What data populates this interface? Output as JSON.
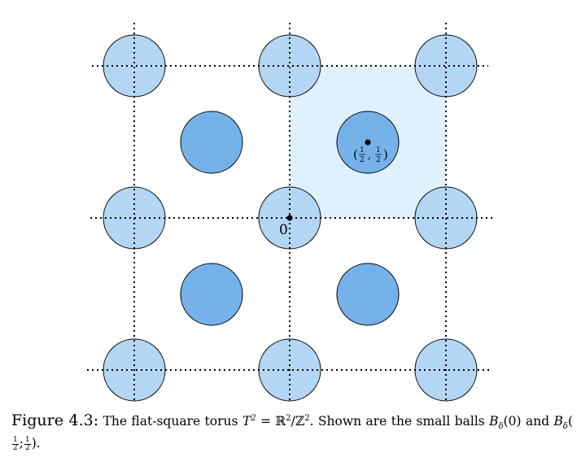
{
  "figure": {
    "origin_label": "0",
    "half_point_label": {
      "open": "(",
      "num1": "1",
      "den1": "2",
      "sep": ",",
      "num2": "1",
      "den2": "2",
      "close": ")"
    },
    "colors": {
      "big_ball": "#b3d6f4",
      "small_ball": "#76b2ea",
      "fundamental_domain": "#dff1fc",
      "stroke": "#000000"
    }
  },
  "caption": {
    "lead": "Figure 4.3:",
    "part1": "The flat-square torus",
    "t_symbol": "T",
    "t_exp": "2",
    "equals": "=",
    "r_symbol": "ℝ",
    "r_exp": "2",
    "slash": "/",
    "z_symbol": "ℤ",
    "z_exp": "2",
    "part2": ". Shown are the small balls",
    "b_symbol": "B",
    "delta": "δ",
    "arg0": "(0)",
    "and_word": "and",
    "b_symbol2": "B",
    "delta2": "δ",
    "open": "(",
    "num1": "1",
    "den1": "2",
    "sep": ";",
    "num2": "1",
    "den2": "2",
    "close": ").",
    "period": ""
  }
}
